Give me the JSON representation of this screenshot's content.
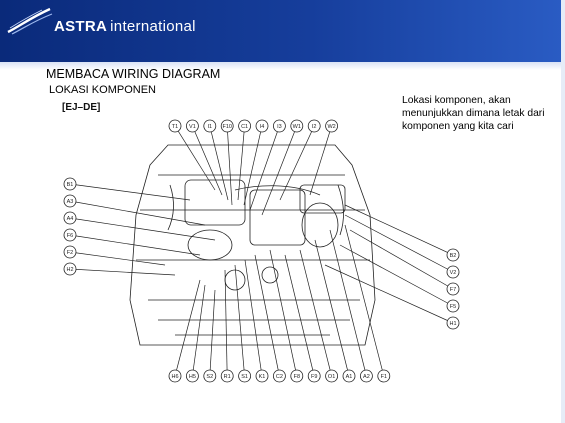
{
  "header": {
    "brand_bold": "ASTRA",
    "brand_rest": "international",
    "swoosh_icon": "astra-swoosh-icon"
  },
  "slide": {
    "title": "MEMBACA WIRING DIAGRAM",
    "subtitle": "LOKASI KOMPONEN",
    "model_code": "[EJ–DE]",
    "note": "Lokasi komponen, akan menunjukkan dimana letak dari komponen yang kita cari"
  },
  "connectors": {
    "top": [
      "T1",
      "V1",
      "I1",
      "F10",
      "C1",
      "I4",
      "I3",
      "W1",
      "I2",
      "W2"
    ],
    "left": [
      "B1",
      "A3",
      "A4",
      "F6",
      "F2",
      "H2"
    ],
    "right": [
      "B2",
      "V2",
      "F7",
      "F5",
      "H1"
    ],
    "bottom": [
      "H6",
      "H5",
      "S2",
      "R1",
      "S1",
      "K1",
      "C2",
      "F8",
      "F9",
      "O1",
      "A1",
      "A2",
      "F1"
    ]
  },
  "colors": {
    "header_dark": "#0a2a7a",
    "header_light": "#2a5cc4",
    "line": "#222222"
  }
}
